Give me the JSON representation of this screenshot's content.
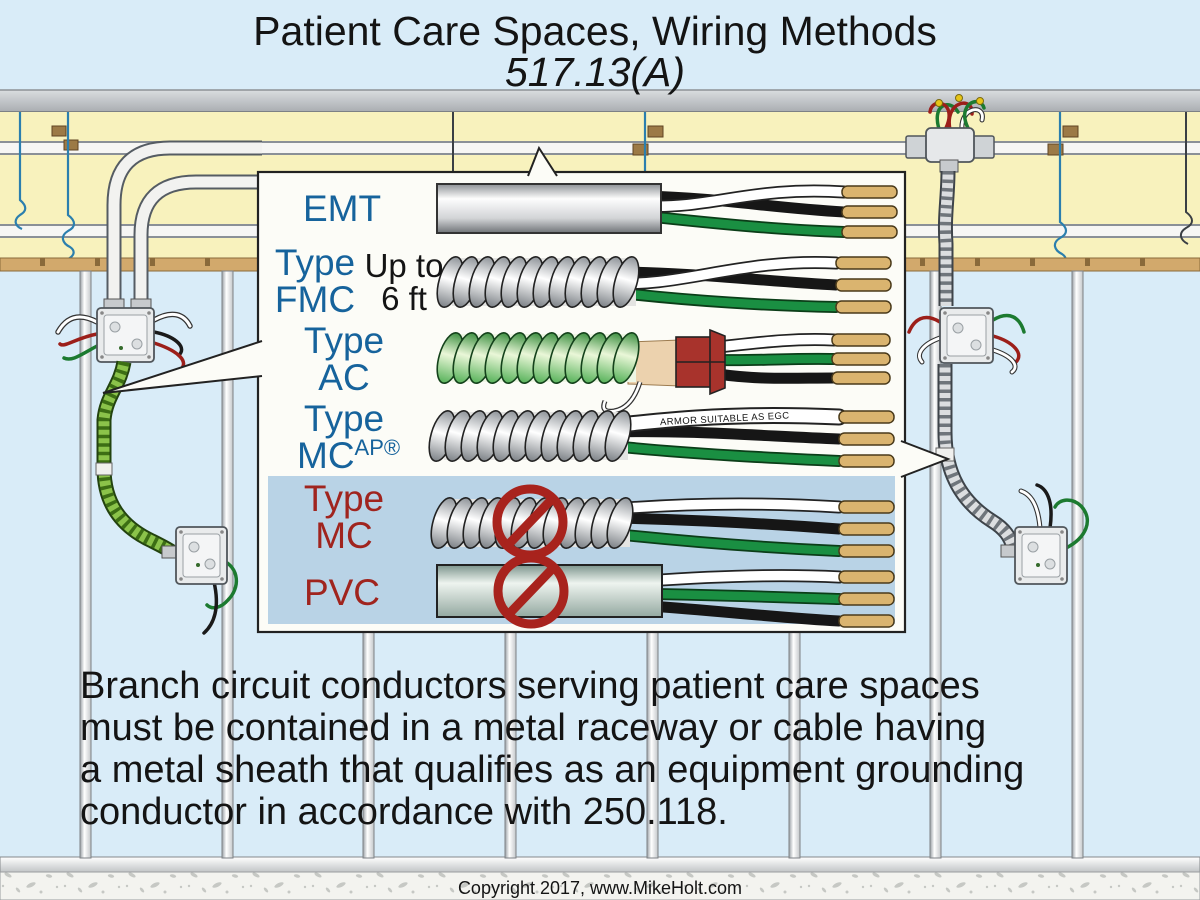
{
  "title": {
    "line1": "Patient Care Spaces, Wiring Methods",
    "line2": "517.13(A)"
  },
  "methods": {
    "emt": {
      "label": "EMT",
      "permitted": true
    },
    "fmc": {
      "label_line1": "Type",
      "label_line2": "FMC",
      "note_line1": "Up to",
      "note_line2": "6 ft",
      "permitted": true
    },
    "ac": {
      "label_line1": "Type",
      "label_line2": "AC",
      "permitted": true
    },
    "mcap": {
      "label_line1": "Type",
      "label_line2": "MC",
      "label_sup": "AP®",
      "armor_text": "ARMOR SUITABLE AS EGC",
      "permitted": true
    },
    "mc": {
      "label_line1": "Type",
      "label_line2": "MC",
      "permitted": false
    },
    "pvc": {
      "label": "PVC",
      "permitted": false
    }
  },
  "body_text": {
    "line1": "Branch circuit conductors serving patient care spaces",
    "line2": "must be contained in a metal raceway or cable having",
    "line3": "a metal sheath that qualifies as an equipment grounding",
    "line4": "conductor in accordance with 250.118."
  },
  "footer": {
    "copyright": "Copyright 2017, www.MikeHolt.com"
  },
  "colors": {
    "permitted_label": "#16639c",
    "not_permitted_label": "#a0241e",
    "not_permitted_panel": "#b9d3e6",
    "prohibition_sign": "#a8231d",
    "wall": "#d9ecf8",
    "plenum": "#f8f2bd",
    "callout_fill": "#fcfcf7",
    "conductor_green": "#1a8f42",
    "copper": "#dab46f"
  }
}
